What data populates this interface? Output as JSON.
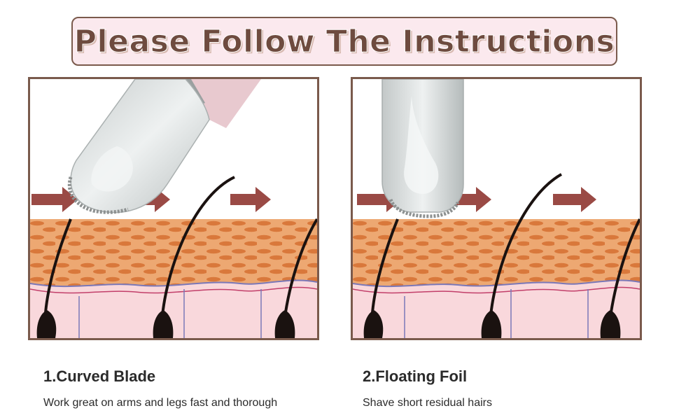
{
  "title": "Please Follow The Instructions",
  "steps": [
    {
      "title": "1.Curved Blade",
      "description": "Work great on arms and legs fast and thorough"
    },
    {
      "title": "2.Floating Foil",
      "description": "Shave short residual hairs"
    }
  ],
  "colors": {
    "frame": "#7a5a4c",
    "title_bg": "#fbe9ee",
    "title_text": "#6e4b3f",
    "skin_top": "#e9a46b",
    "skin_cells": "#d9783b",
    "dermis": "#f9d8dc",
    "arrow": "#9a4a45",
    "hair": "#1a1210",
    "device": "#d7dcdc"
  }
}
